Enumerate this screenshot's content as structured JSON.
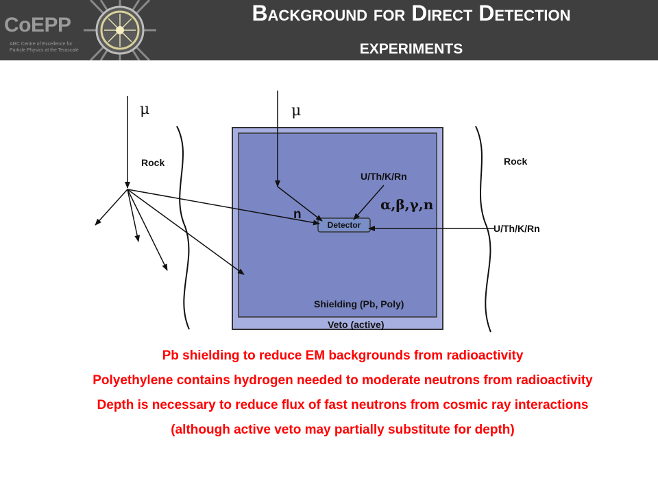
{
  "header": {
    "logo_name": "CoEPP",
    "logo_subtitle": "ARC Centre of Excellence for\nParticle Physics at the Terascale",
    "title_line1": "Background for Direct Detection",
    "title_line2": "experiments"
  },
  "diagram": {
    "mu_left": "μ",
    "mu_center": "μ",
    "rock_left": "Rock",
    "rock_right": "Rock",
    "source_inside": "U/Th/K/Rn",
    "particles": "α,β,γ,n",
    "neutron": "n",
    "detector": "Detector",
    "source_outside": "U/Th/K/Rn",
    "shielding": "Shielding (Pb, Poly)",
    "veto": "Veto (active)",
    "colors": {
      "shield_inner": "#7b86c4",
      "veto_outer": "#a7afe0",
      "detector_fill": "#7a8ec7",
      "notes_text": "#ff0000",
      "header_bg": "#3f3f3f"
    }
  },
  "notes": [
    "Pb shielding to reduce EM backgrounds from radioactivity",
    "Polyethylene contains hydrogen needed to moderate neutrons from radioactivity",
    "Depth is necessary to reduce flux of fast neutrons from cosmic ray interactions",
    "(although active veto may partially substitute for depth)"
  ]
}
